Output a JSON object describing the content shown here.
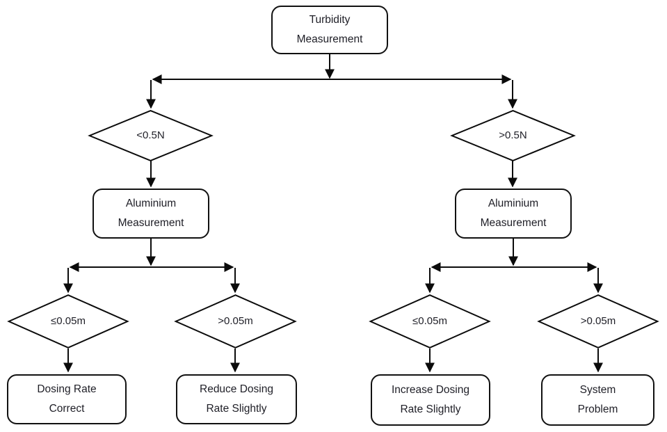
{
  "diagram": {
    "type": "flowchart",
    "background_color": "#ffffff",
    "line_color": "#0b0b0b",
    "text_color": "#1e1e26",
    "nodes": {
      "turbidity": {
        "lines": [
          "Turbidity",
          "Measurement"
        ]
      },
      "decision_lt_05n": {
        "label": "<0.5N"
      },
      "decision_gt_05n": {
        "label": ">0.5N"
      },
      "aluminium_left": {
        "lines": [
          "Aluminium",
          "Measurement"
        ]
      },
      "aluminium_right": {
        "lines": [
          "Aluminium",
          "Measurement"
        ]
      },
      "decision_le_005m_left": {
        "label": "≤0.05m"
      },
      "decision_gt_005m_left": {
        "label": ">0.05m"
      },
      "decision_le_005m_right": {
        "label": "≤0.05m"
      },
      "decision_gt_005m_right": {
        "label": ">0.05m"
      },
      "dosing_rate_correct": {
        "lines": [
          "Dosing Rate",
          "Correct"
        ]
      },
      "reduce_dosing": {
        "lines": [
          "Reduce Dosing",
          "Rate Slightly"
        ]
      },
      "increase_dosing": {
        "lines": [
          "Increase Dosing",
          "Rate Slightly"
        ]
      },
      "system_problem": {
        "lines": [
          "System",
          "Problem"
        ]
      }
    }
  }
}
